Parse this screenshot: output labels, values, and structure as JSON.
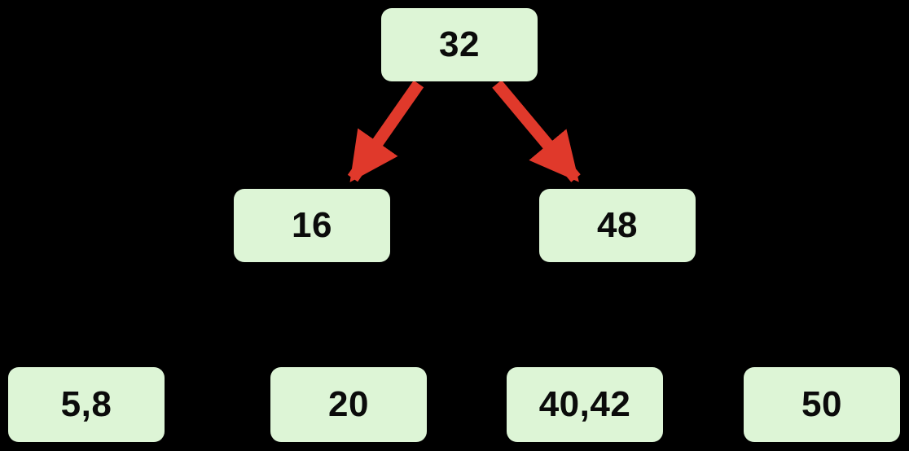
{
  "diagram": {
    "type": "tree",
    "description": "B-tree diagram with root 32, internal nodes 16 and 48, and leaf nodes; red arrows point from root to its two children",
    "colors": {
      "background": "#000000",
      "node_fill": "#ddf5d6",
      "node_text": "#0b0b0b",
      "arrow": "#e0392b"
    },
    "nodes": [
      {
        "id": "root",
        "label": "32",
        "level": 0
      },
      {
        "id": "left",
        "label": "16",
        "level": 1
      },
      {
        "id": "right",
        "label": "48",
        "level": 1
      },
      {
        "id": "leaf1",
        "label": "5,8",
        "level": 2
      },
      {
        "id": "leaf2",
        "label": "20",
        "level": 2
      },
      {
        "id": "leaf3",
        "label": "40,42",
        "level": 2
      },
      {
        "id": "leaf4",
        "label": "50",
        "level": 2
      }
    ],
    "edges": [
      {
        "from": "root",
        "to": "left",
        "style": "red-arrow"
      },
      {
        "from": "root",
        "to": "right",
        "style": "red-arrow"
      }
    ]
  }
}
